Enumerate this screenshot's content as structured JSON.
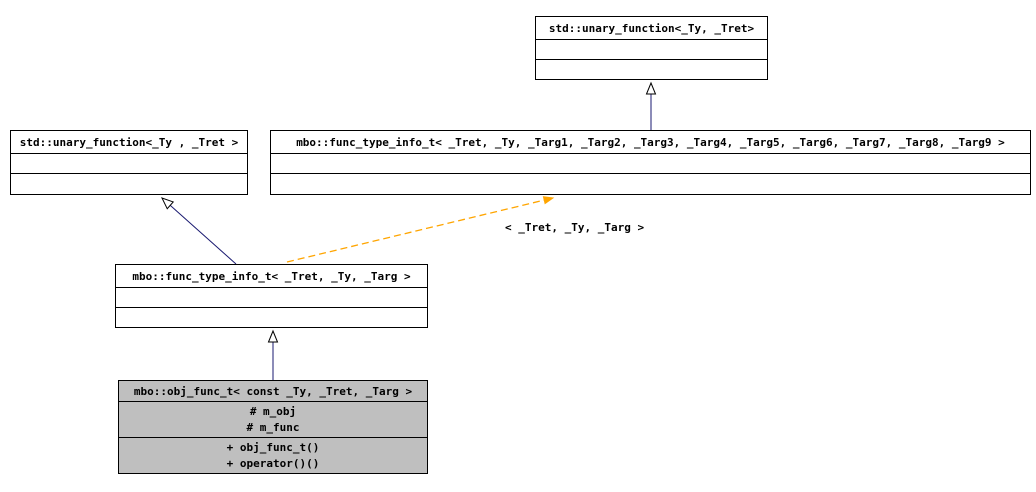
{
  "diagram": {
    "type": "uml-class-inheritance-diagram",
    "classes": [
      {
        "id": "std-unary-function-top",
        "title": "std::unary_function<_Ty, _Tret>"
      },
      {
        "id": "std-unary-function-left",
        "title": "std::unary_function<_Ty , _Tret >"
      },
      {
        "id": "func-type-info-t-9args",
        "title": "mbo::func_type_info_t< _Tret, _Ty, _Targ1, _Targ2, _Targ3, _Targ4, _Targ5, _Targ6, _Targ7, _Targ8, _Targ9 >"
      },
      {
        "id": "func-type-info-t",
        "title": "mbo::func_type_info_t< _Tret, _Ty, _Targ >"
      },
      {
        "id": "obj-func-t",
        "title": "mbo::obj_func_t< const _Ty, _Tret, _Targ >",
        "attributes": [
          "# m_obj",
          "# m_func"
        ],
        "methods": [
          "+ obj_func_t()",
          "+ operator()()"
        ]
      }
    ],
    "edges": {
      "template_instantiation_label": "< _Tret, _Ty, _Targ >"
    },
    "colors": {
      "border": "#000000",
      "node_fill": "#ffffff",
      "focus_node_fill": "#bfbfbf",
      "template_edge": "#ffa500",
      "inheritance_edge": "#00008b"
    }
  }
}
